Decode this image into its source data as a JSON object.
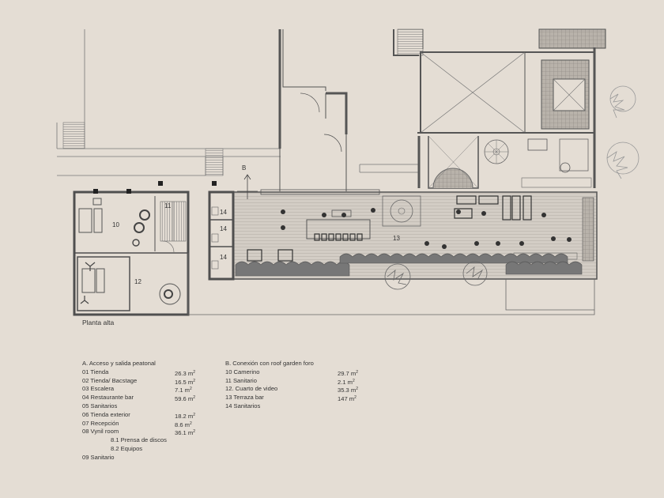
{
  "caption": "Planta alta",
  "plan_labels": {
    "b": "B",
    "r10": "10",
    "r11": "11",
    "r12": "12",
    "r13": "13",
    "r14a": "14",
    "r14b": "14",
    "r14c": "14"
  },
  "legend_a": {
    "header": "A. Acceso y salida peatonal",
    "items": [
      {
        "label": "01 Tienda",
        "area": "26.3 m",
        "unit": "2"
      },
      {
        "label": "02 Tienda/ Bacstage",
        "area": "16.5 m",
        "unit": "2"
      },
      {
        "label": "03 Escalera",
        "area": "7.1 m",
        "unit": "2"
      },
      {
        "label": "04 Restaurante bar",
        "area": "59.6 m",
        "unit": "2"
      },
      {
        "label": "05 Sanitarios",
        "area": "",
        "unit": ""
      },
      {
        "label": "06 Tienda exterior",
        "area": "18.2 m",
        "unit": "2"
      },
      {
        "label": "07 Recepción",
        "area": "8.6 m",
        "unit": "2"
      },
      {
        "label": "08 Vynil room",
        "area": "36.1 m",
        "unit": "2"
      }
    ],
    "subitems": [
      "8.1 Prensa de discos",
      "8.2 Equipos"
    ],
    "last": "09 Sanitario"
  },
  "legend_b": {
    "header": "B. Conexión con roof garden foro",
    "items": [
      {
        "label": "10 Camerino",
        "area": "29.7 m",
        "unit": "2"
      },
      {
        "label": "11 Sanitario",
        "area": "2.1 m",
        "unit": "2"
      },
      {
        "label": "12. Cuarto de video",
        "area": "35.3 m",
        "unit": "2"
      },
      {
        "label": "13 Terraza bar",
        "area": "147 m",
        "unit": "2"
      },
      {
        "label": "14 Sanitarios",
        "area": "",
        "unit": ""
      }
    ]
  },
  "colors": {
    "background": "#e4ddd4",
    "wall": "#5a5a5a",
    "line": "#6a6a6a",
    "deck": "#cfc9c1",
    "plant": "#7d7d7d"
  }
}
